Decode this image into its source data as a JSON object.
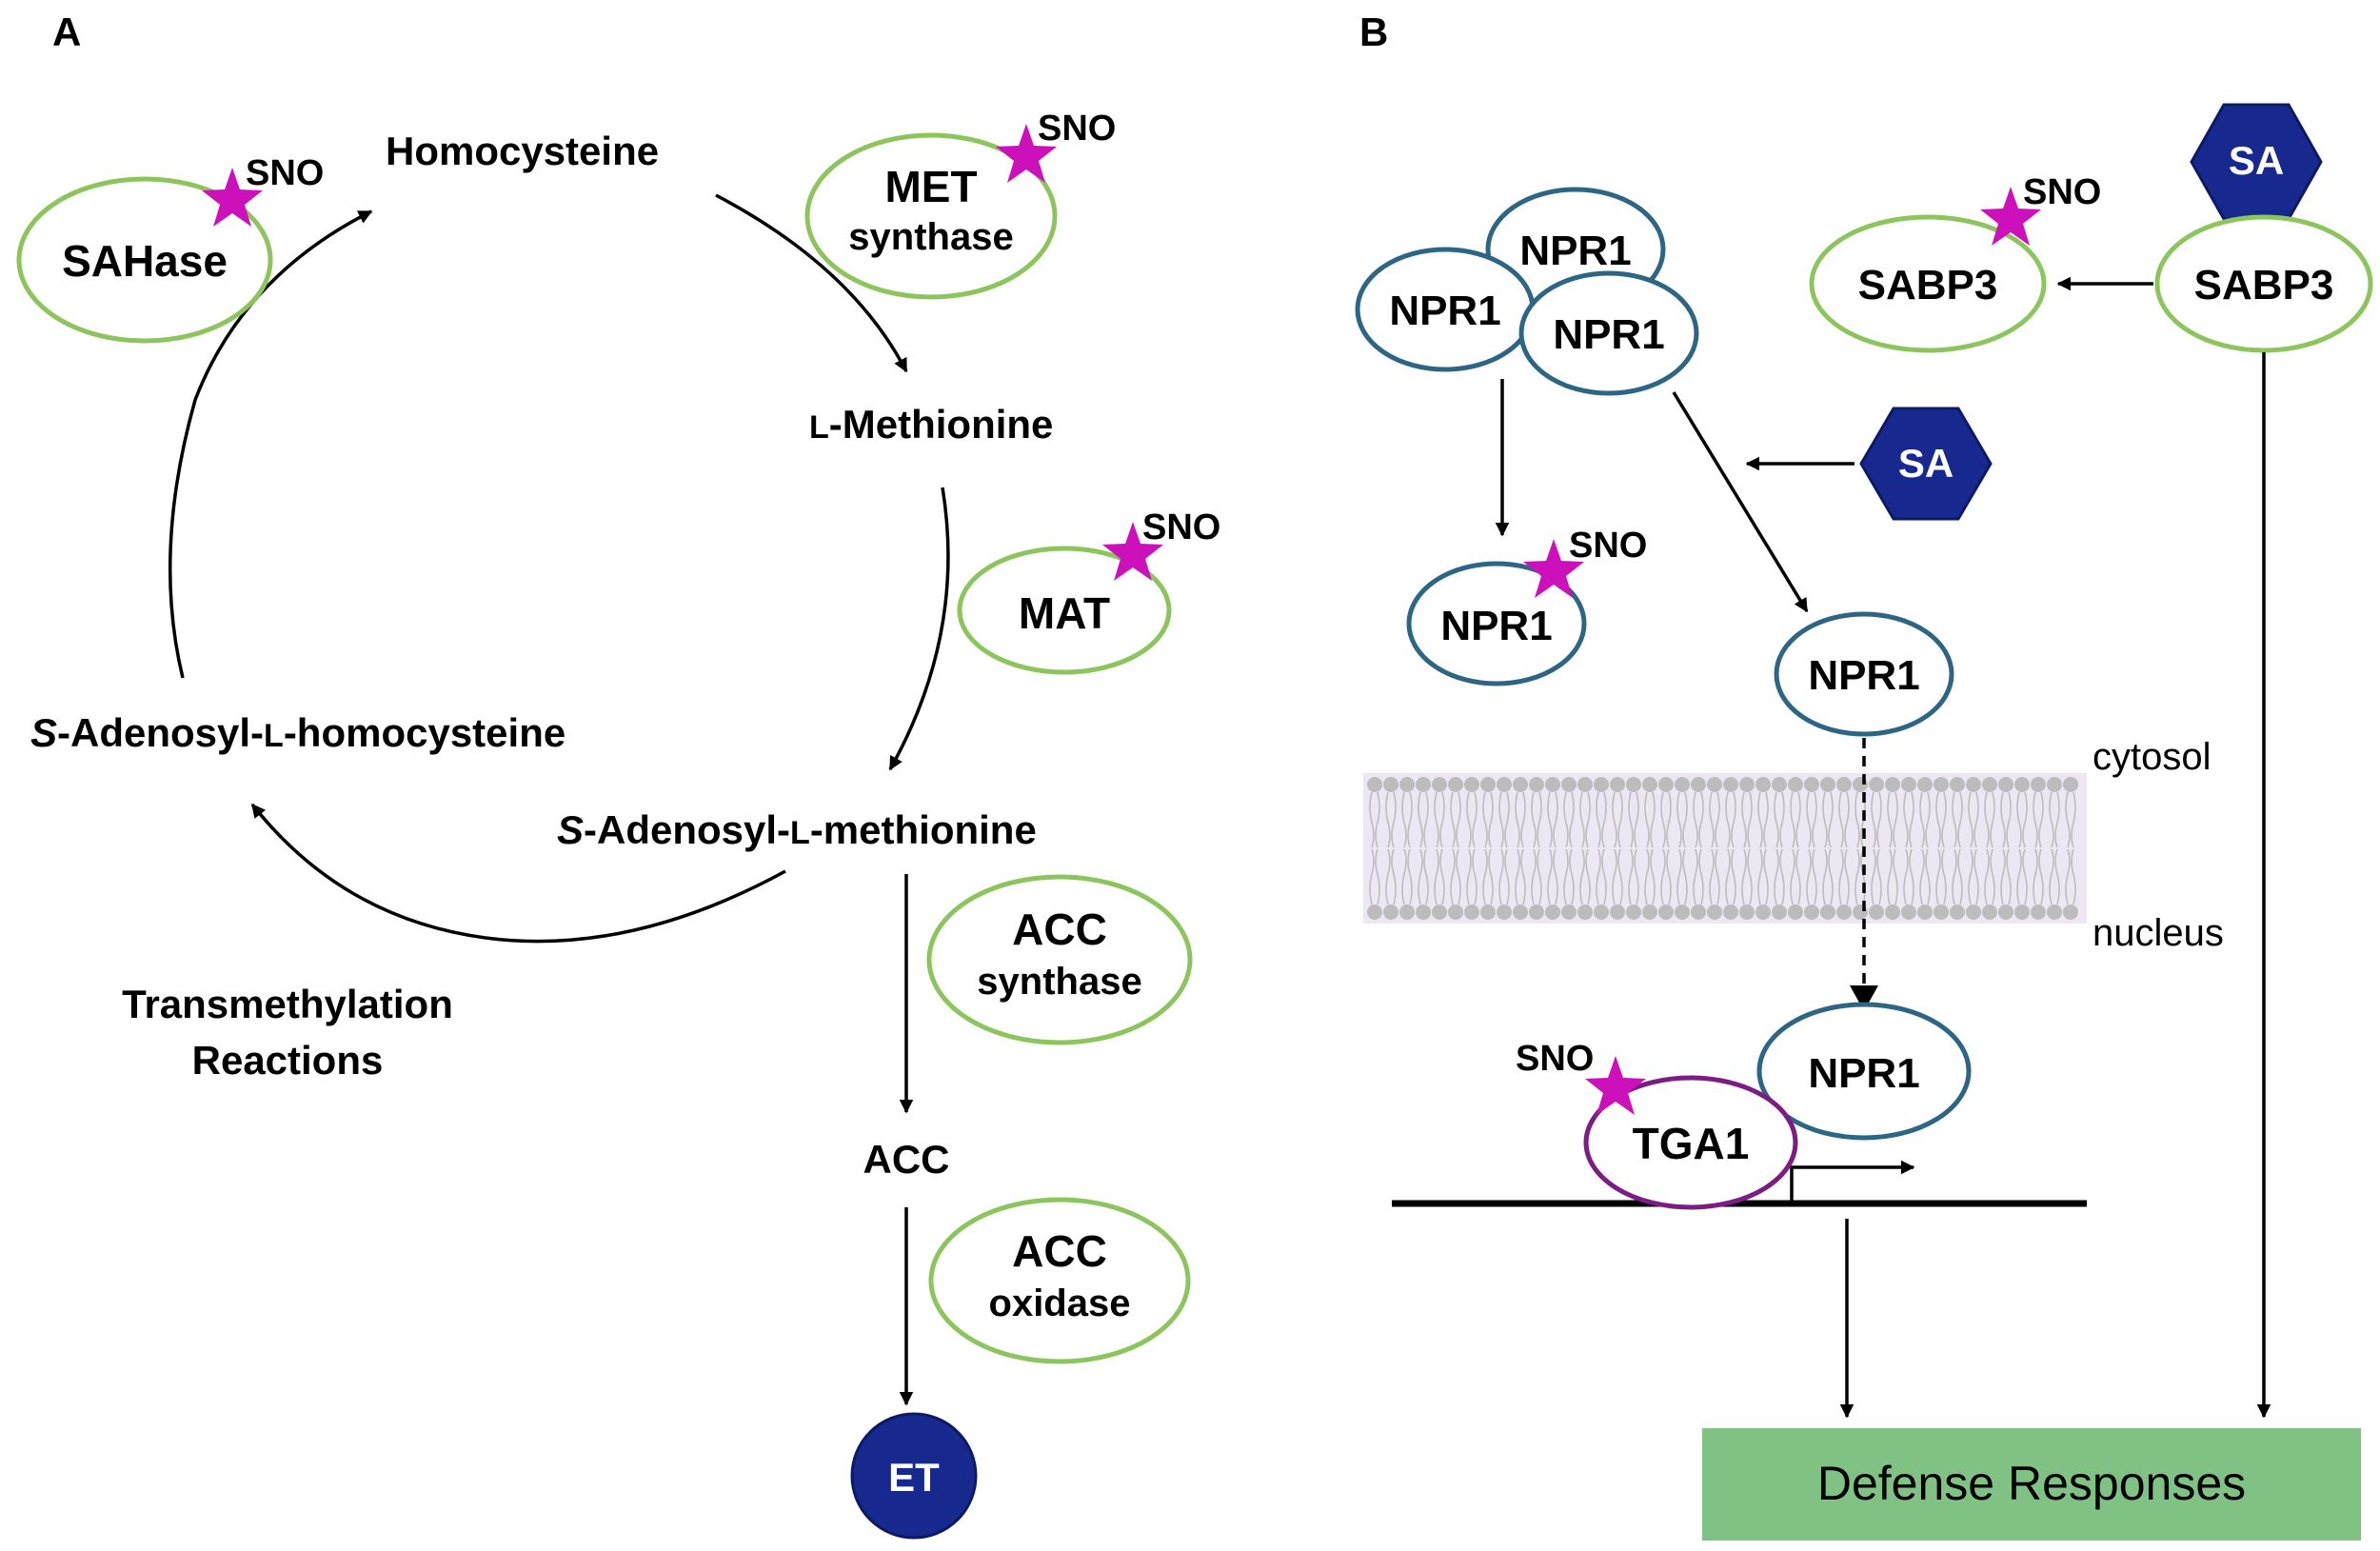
{
  "panelA": {
    "label": "A",
    "metabolites": {
      "homocysteine": "Homocysteine",
      "methionine_prefix": "L",
      "methionine_rest": "-Methionine",
      "sam_s": "S",
      "sam_mid": "-Adenosyl-",
      "sam_l": "L",
      "sam_rest": "-methionine",
      "sah_s": "S",
      "sah_mid": "-Adenosyl-",
      "sah_l": "L",
      "sah_rest": "-homocysteine",
      "acc": "ACC"
    },
    "transmethylation_line1": "Transmethylation",
    "transmethylation_line2": "Reactions",
    "enzymes": {
      "sahase": "SAHase",
      "met_line1": "MET",
      "met_line2": "synthase",
      "mat": "MAT",
      "accs_line1": "ACC",
      "accs_line2": "synthase",
      "acco_line1": "ACC",
      "acco_line2": "oxidase"
    },
    "sno": "SNO",
    "et": "ET"
  },
  "panelB": {
    "label": "B",
    "npr1": "NPR1",
    "sa": "SA",
    "sabp3": "SABP3",
    "tga1": "TGA1",
    "sno": "SNO",
    "cytosol": "cytosol",
    "nucleus": "nucleus",
    "defense": "Defense Responses"
  },
  "colors": {
    "enzyme_outline": "#8dc55d",
    "npr1_outline": "#2d6584",
    "tga1_outline": "#7b1d83",
    "sno_star": "#cc11bb",
    "sa_hexagon": "#17288e",
    "et_circle": "#17288e",
    "defense_box": "#80c283"
  }
}
